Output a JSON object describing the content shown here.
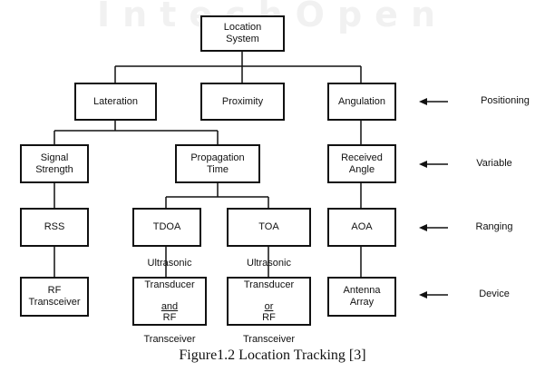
{
  "watermark": "IntechOpen",
  "nodes": {
    "root": "Location\nSystem",
    "lateration": "Lateration",
    "proximity": "Proximity",
    "angulation": "Angulation",
    "signal_strength": "Signal\nStrength",
    "propagation_time": "Propagation\nTime",
    "received_angle": "Received\nAngle",
    "rss": "RSS",
    "tdoa": "TDOA",
    "toa": "TOA",
    "aoa": "AOA",
    "rf_transceiver": "RF\nTransceiver",
    "ultrasonic_1": {
      "line1": "Ultrasonic",
      "line2": "Transducer",
      "connector": "and",
      "line3_rest": " RF",
      "line4": "Transceiver"
    },
    "ultrasonic_2": {
      "line1": "Ultrasonic",
      "line2": "Transducer",
      "connector": "or",
      "line3_rest": " RF",
      "line4": "Transceiver"
    },
    "antenna_array": "Antenna\nArray"
  },
  "levels": {
    "positioning": "Positioning",
    "variable": "Variable",
    "ranging": "Ranging",
    "device": "Device"
  },
  "caption": "Figure1.2 Location Tracking [3]"
}
